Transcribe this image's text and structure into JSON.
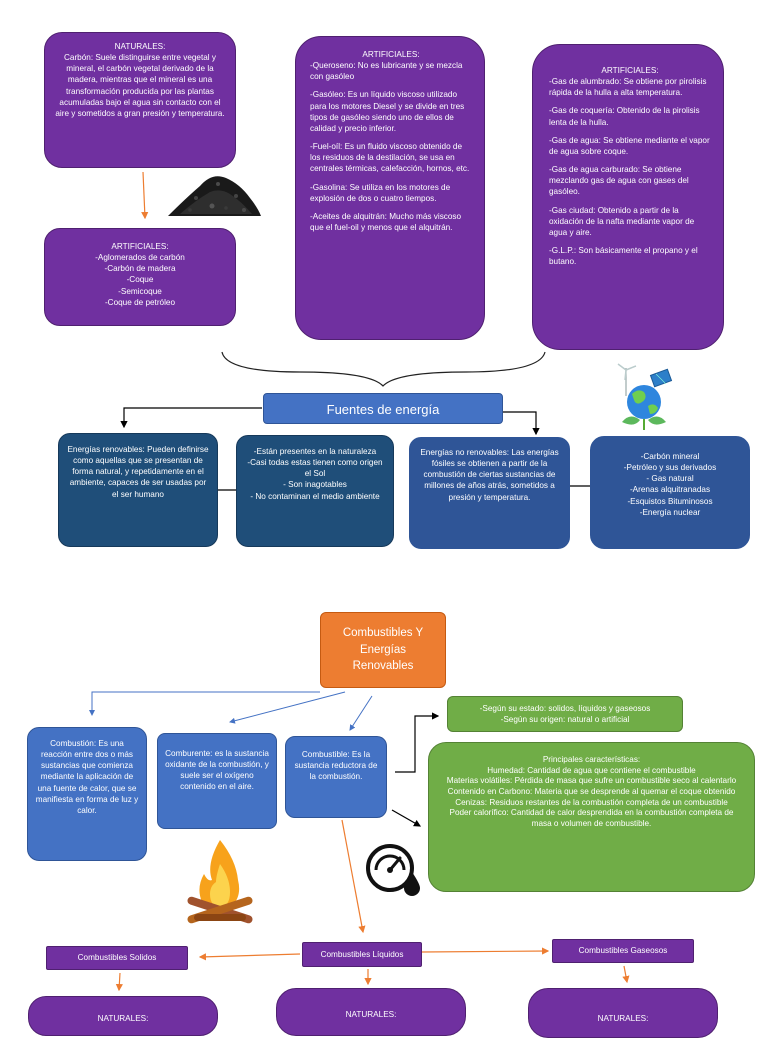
{
  "diagram1": {
    "carbon_naturales": {
      "heading": "NATURALES:",
      "text": "Carbón: Suele distinguirse entre vegetal y mineral, el carbón vegetal derivado de la madera, mientras que el mineral es una transformación producida por las plantas acumuladas bajo el agua sin contacto con el aire y sometidos a gran presión y temperatura."
    },
    "carbon_artificiales": {
      "heading": "ARTIFICIALES:",
      "items": [
        "-Aglomerados de carbón",
        "-Carbón de madera",
        "-Coque",
        "-Semicoque",
        "-Coque de petróleo"
      ]
    },
    "liquidos_artificiales": {
      "heading": "ARTIFICIALES:",
      "items": [
        "-Queroseno: No es lubricante y se mezcla con gasóleo",
        "-Gasóleo: Es un líquido viscoso utilizado para los motores Diesel y se divide en tres tipos de gasóleo siendo uno de ellos de calidad y precio inferior.",
        "-Fuel-oíl: Es un fluido viscoso obtenido de los residuos de la destilación, se usa en centrales térmicas, calefacción, hornos, etc.",
        "-Gasolina: Se utiliza en los motores de explosión de dos o cuatro tiempos.",
        "-Aceites de alquitrán: Mucho más viscoso que el fuel-oil y menos que el alquitrán."
      ]
    },
    "gases_artificiales": {
      "heading": "ARTIFICIALES:",
      "items": [
        "-Gas de alumbrado: Se obtiene por pirolisis rápida de la hulla a alta temperatura.",
        "-Gas de coquería: Obtenido de la pirolisis lenta de la hulla.",
        "-Gas de agua: Se obtiene mediante el vapor de agua sobre coque.",
        "-Gas de agua carburado: Se obtiene mezclando gas de agua con gases del gasóleo.",
        "-Gas ciudad: Obtenido a partir de la oxidación de la nafta mediante vapor de agua y aire.",
        "-G.L.P.: Son básicamente el propano y el butano."
      ]
    },
    "fuentes": {
      "title": "Fuentes de energía"
    },
    "renovables_def": {
      "text": "Energías renovables: Pueden definirse como aquellas que se presentan de forma natural, y repetidamente en el ambiente, capaces de ser usadas por el ser humano"
    },
    "renovables_car": {
      "items": [
        "-Están presentes en la naturaleza",
        "-Casi todas estas tienen como origen el Sol",
        "- Son inagotables",
        "- No contaminan el medio ambiente"
      ]
    },
    "no_renovables_def": {
      "text": "Energías no renovables: Las energías fósiles se obtienen a partir de la combustión de ciertas sustancias de millones de años atrás, sometidos a presión y temperatura."
    },
    "no_renovables_list": {
      "items": [
        "-Carbón mineral",
        "-Petróleo y sus derivados",
        "- Gas natural",
        "-Arenas alquitranadas",
        "-Esquistos Bituminosos",
        "-Energía nuclear"
      ]
    }
  },
  "diagram2": {
    "title": "Combustibles Y Energías Renovables",
    "combustion": "Combustión: Es una reacción entre dos o más sustancias que comienza mediante la aplicación de una fuente de calor, que se manifiesta en forma de luz y calor.",
    "comburente": "Comburente: es la sustancia oxidante de la combustión, y suele ser el oxígeno contenido en el aire.",
    "combustible": "Combustible: Es la sustancia reductora de la combustión.",
    "clasificacion": [
      "-Según su estado: solidos, líquidos y gaseosos",
      "-Según su origen: natural o artificial"
    ],
    "caracteristicas": {
      "heading": "Principales características:",
      "items": [
        "Humedad: Cantidad de agua que contiene el combustible",
        "Materias volátiles: Pérdida de masa que sufre un combustible seco al calentarlo",
        "Contenido en Carbono: Materia que se desprende al quemar el coque obtenido",
        "Cenizas: Residuos restantes de la combustión completa de un combustible",
        "Poder calorífico: Cantidad de calor desprendida en la combustión completa de masa o volumen de combustible."
      ]
    },
    "solidos": "Combustibles Solidos",
    "liquidos": "Combustibles Líquidos",
    "gaseosos": "Combustibles Gaseosos",
    "nat_solidos": "NATURALES:",
    "nat_liquidos": "NATURALES:",
    "nat_gaseosos": "NATURALES:"
  },
  "colors": {
    "purple": "#7030a0",
    "navy": "#1f4e79",
    "blue": "#4472c4",
    "green": "#70ad47",
    "orange": "#ed7d31"
  },
  "icons": [
    "coal-pile-icon",
    "renewable-earth-icon",
    "campfire-icon",
    "gauge-drop-icon"
  ]
}
